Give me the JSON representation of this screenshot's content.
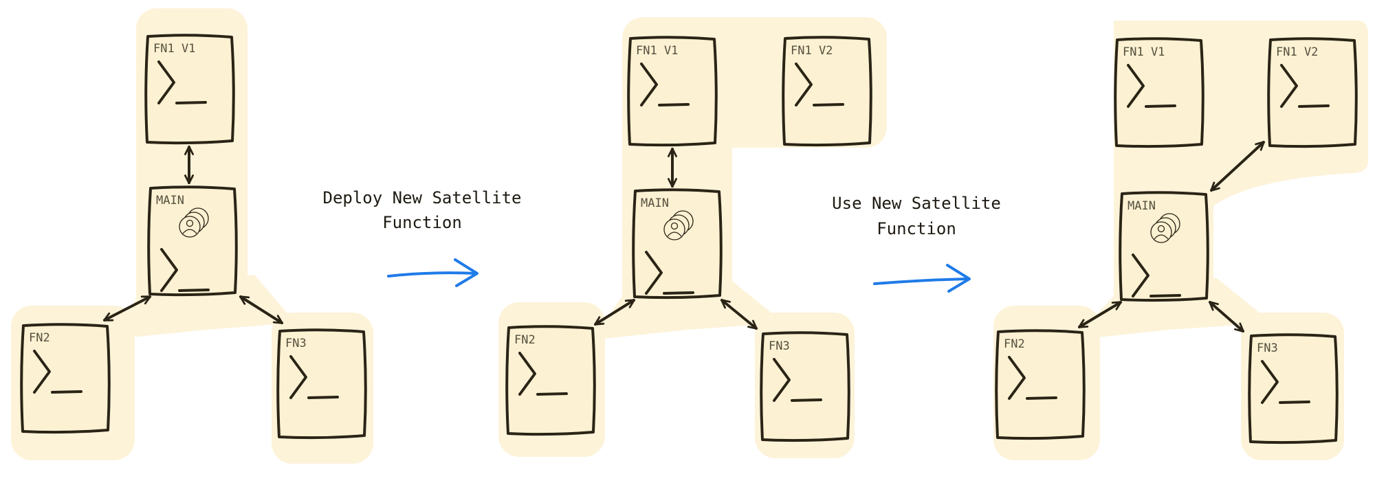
{
  "stages": [
    {
      "id": "initial",
      "nodes": {
        "fn1v1": {
          "label": "FN1 V1",
          "icon": "terminal-icon"
        },
        "main": {
          "label": "MAIN",
          "icon": "terminal-icon",
          "badge": "users-icon"
        },
        "fn2": {
          "label": "FN2",
          "icon": "terminal-icon"
        },
        "fn3": {
          "label": "FN3",
          "icon": "terminal-icon"
        }
      },
      "connections": [
        [
          "main",
          "fn1v1"
        ],
        [
          "main",
          "fn2"
        ],
        [
          "main",
          "fn3"
        ]
      ]
    },
    {
      "id": "deployed",
      "nodes": {
        "fn1v1": {
          "label": "FN1 V1",
          "icon": "terminal-icon"
        },
        "fn1v2": {
          "label": "FN1 V2",
          "icon": "terminal-icon"
        },
        "main": {
          "label": "MAIN",
          "icon": "terminal-icon",
          "badge": "users-icon"
        },
        "fn2": {
          "label": "FN2",
          "icon": "terminal-icon"
        },
        "fn3": {
          "label": "FN3",
          "icon": "terminal-icon"
        }
      },
      "connections": [
        [
          "main",
          "fn1v1"
        ],
        [
          "main",
          "fn2"
        ],
        [
          "main",
          "fn3"
        ]
      ]
    },
    {
      "id": "switched",
      "nodes": {
        "fn1v1": {
          "label": "FN1 V1",
          "icon": "terminal-icon"
        },
        "fn1v2": {
          "label": "FN1 V2",
          "icon": "terminal-icon"
        },
        "main": {
          "label": "MAIN",
          "icon": "terminal-icon",
          "badge": "users-icon"
        },
        "fn2": {
          "label": "FN2",
          "icon": "terminal-icon"
        },
        "fn3": {
          "label": "FN3",
          "icon": "terminal-icon"
        }
      },
      "connections": [
        [
          "main",
          "fn1v2"
        ],
        [
          "main",
          "fn2"
        ],
        [
          "main",
          "fn3"
        ]
      ]
    }
  ],
  "transitions": [
    {
      "line1": "Deploy New Satellite",
      "line2": "Function"
    },
    {
      "line1": "Use New Satellite",
      "line2": "Function"
    }
  ],
  "colors": {
    "highlight": "#fdf3d9",
    "box_fill": "#fcf1d2",
    "ink": "#2a2416",
    "arrow": "#1f7be8"
  }
}
